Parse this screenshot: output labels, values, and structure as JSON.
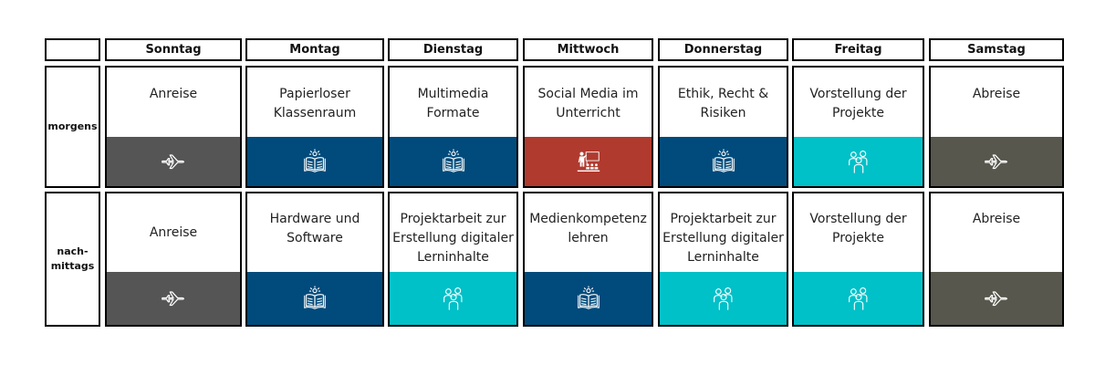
{
  "corner": "",
  "days": [
    "Sonntag",
    "Montag",
    "Dienstag",
    "Mittwoch",
    "Donnerstag",
    "Freitag",
    "Samstag"
  ],
  "periods": {
    "morning": {
      "label": "morgens"
    },
    "afternoon": {
      "label_line1": "nach-",
      "label_line2": "mittags"
    }
  },
  "colors": {
    "grey": "#555555",
    "navy": "#004b7c",
    "cyan": "#00c0c8",
    "red": "#b03a2e",
    "olive": "#57574d"
  },
  "morning": [
    {
      "text": "Anreise",
      "icon": "airplane-icon",
      "color": "grey"
    },
    {
      "text": "Papierloser Klassenraum",
      "icon": "open-book-lightbulb-icon",
      "color": "navy"
    },
    {
      "text": "Multimedia Formate",
      "icon": "open-book-lightbulb-icon",
      "color": "navy"
    },
    {
      "text": "Social Media im Unterricht",
      "icon": "teacher-presentation-icon",
      "color": "red"
    },
    {
      "text": "Ethik, Recht & Risiken",
      "icon": "open-book-lightbulb-icon",
      "color": "navy"
    },
    {
      "text": "Vorstellung der Projekte",
      "icon": "people-group-icon",
      "color": "cyan"
    },
    {
      "text": "Abreise",
      "icon": "airplane-icon",
      "color": "olive"
    }
  ],
  "afternoon": [
    {
      "text": "Anreise",
      "icon": "airplane-icon",
      "color": "grey"
    },
    {
      "text": "Hardware und Software",
      "icon": "open-book-lightbulb-icon",
      "color": "navy"
    },
    {
      "text": "Projektarbeit zur Erstellung digitaler Lerninhalte",
      "icon": "people-group-icon",
      "color": "cyan"
    },
    {
      "text": "Medienkompetenz lehren",
      "icon": "open-book-lightbulb-icon",
      "color": "navy"
    },
    {
      "text": "Projektarbeit zur Erstellung digitaler Lerninhalte",
      "icon": "people-group-icon",
      "color": "cyan"
    },
    {
      "text": "Vorstellung der Projekte",
      "icon": "people-group-icon",
      "color": "cyan"
    },
    {
      "text": "Abreise",
      "icon": "airplane-icon",
      "color": "olive"
    }
  ]
}
